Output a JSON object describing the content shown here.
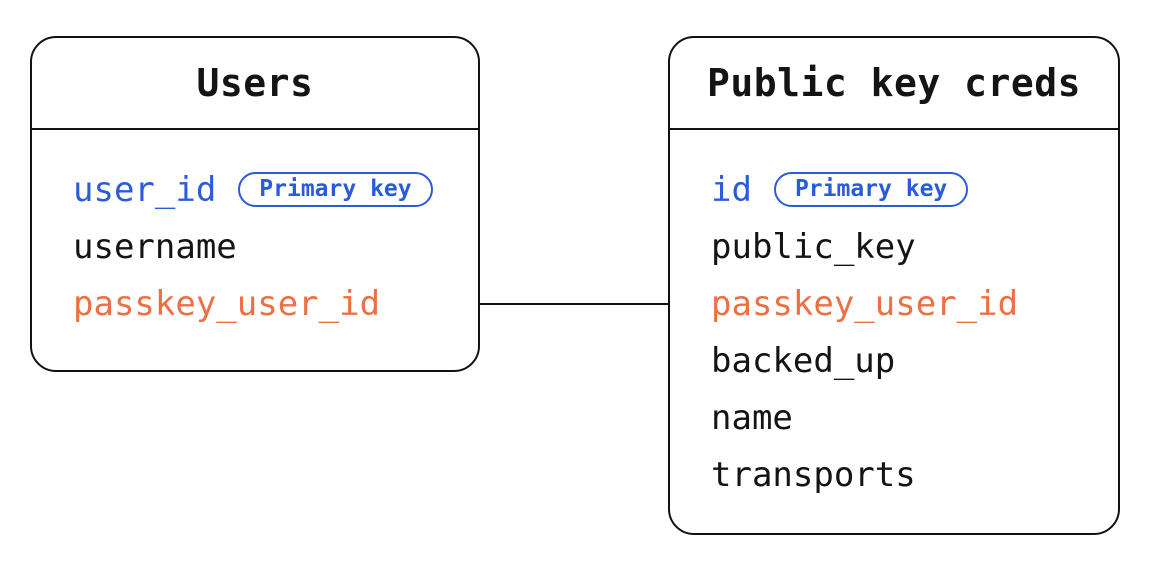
{
  "colors": {
    "blue": "#2A5CD9",
    "orange": "#ED7044",
    "ink": "#141414",
    "line": "#121212",
    "bg": "#ffffff"
  },
  "diagram": {
    "connector": {
      "from": "Users.passkey_user_id",
      "to": "Public key creds.passkey_user_id"
    },
    "tables": [
      {
        "title": "Users",
        "fields": [
          {
            "name": "user_id",
            "color": "blue",
            "badge": "Primary key"
          },
          {
            "name": "username",
            "color": "black"
          },
          {
            "name": "passkey_user_id",
            "color": "orange"
          }
        ]
      },
      {
        "title": "Public key creds",
        "fields": [
          {
            "name": "id",
            "color": "blue",
            "badge": "Primary key"
          },
          {
            "name": "public_key",
            "color": "black"
          },
          {
            "name": "passkey_user_id",
            "color": "orange"
          },
          {
            "name": "backed_up",
            "color": "black"
          },
          {
            "name": "name",
            "color": "black"
          },
          {
            "name": "transports",
            "color": "black"
          }
        ]
      }
    ]
  }
}
